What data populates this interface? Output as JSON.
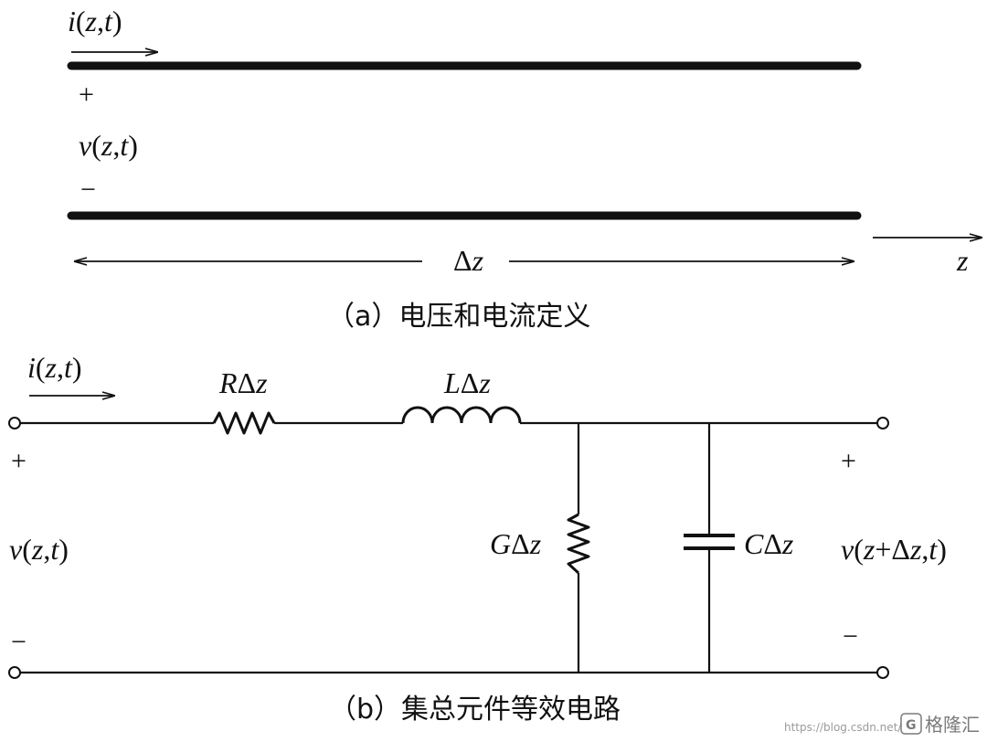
{
  "figure_a": {
    "current_label_parts": [
      "i",
      "(",
      "z",
      ",",
      "t",
      ")"
    ],
    "plus": "+",
    "voltage_label_parts": [
      "v",
      "(",
      "z",
      ",",
      "t",
      ")"
    ],
    "minus": "−",
    "length_label_parts": [
      "Δ",
      "z"
    ],
    "axis_label": "z",
    "caption": "（a）电压和电流定义"
  },
  "figure_b": {
    "current_label_parts": [
      "i",
      "(",
      "z",
      ",",
      "t",
      ")"
    ],
    "resistor_label_parts": [
      "R",
      "Δ",
      "z"
    ],
    "inductor_label_parts": [
      "L",
      "Δ",
      "z"
    ],
    "conductance_label_parts": [
      "G",
      "Δ",
      "z"
    ],
    "capacitor_label_parts": [
      "C",
      "Δ",
      "z"
    ],
    "left_plus": "+",
    "left_voltage_parts": [
      "v",
      "(",
      "z",
      ",",
      "t",
      ")"
    ],
    "left_minus": "−",
    "right_plus": "+",
    "right_voltage_parts": [
      "v",
      "(",
      "z",
      "+",
      "Δ",
      "z",
      ",",
      "t",
      ")"
    ],
    "right_minus": "−",
    "caption": "（b）集总元件等效电路"
  },
  "watermark": {
    "url": "https://blog.csdn.net/",
    "brand": "格隆汇",
    "badge": "G"
  },
  "colors": {
    "ink": "#111111",
    "background": "#ffffff",
    "watermark": "#9a9a9a"
  }
}
